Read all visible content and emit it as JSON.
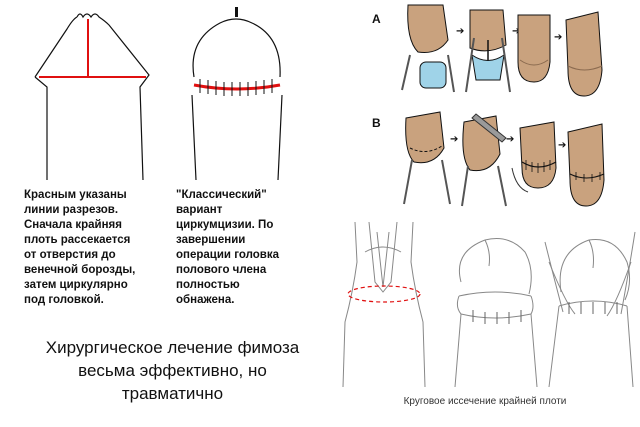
{
  "left_diagrams": {
    "caption_1": "Красным указаны\nлинии разрезов.\nСначала крайняя\nплоть рассекается\nот отверстия до\nвенечной борозды,\nзатем циркулярно\nпод головкой.",
    "caption_2": "\"Классический\"\nвариант\nциркумцизии. По\nзавершении\nоперации головка\nполового члена\nполностью\nобнажена."
  },
  "main_caption": "Хирургическое лечение фимоза\nвесьма эффективно, но\nтравматично",
  "panels": {
    "letter_a": "A",
    "letter_b": "B"
  },
  "bottom_right": {
    "caption": "Круговое иссечение крайней плоти"
  },
  "colors": {
    "incision_red": "#e01010",
    "skin": "#c9a27e",
    "skin_dark": "#8a6a4f",
    "instrument_blue": "#9fd3e8",
    "line": "#111111"
  }
}
